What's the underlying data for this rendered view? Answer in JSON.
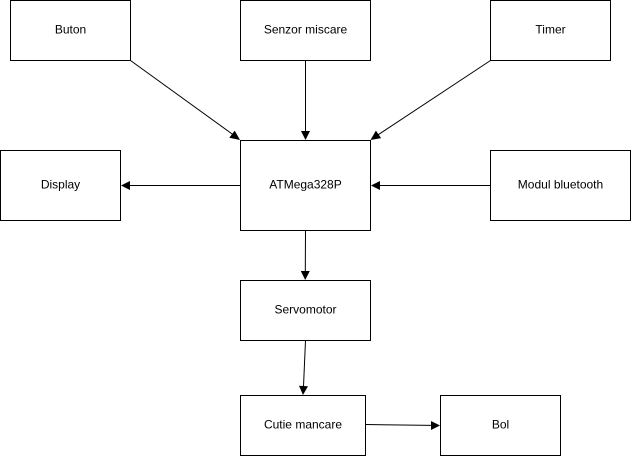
{
  "diagram": {
    "blocks": {
      "buton": "Buton",
      "senzor": "Senzor miscare",
      "timer": "Timer",
      "display": "Display",
      "mcu": "ATMega328P",
      "bluetooth": "Modul bluetooth",
      "servo": "Servomotor",
      "cutie": "Cutie mancare",
      "bol": "Bol"
    },
    "connections": [
      {
        "from": "Buton",
        "to": "ATMega328P"
      },
      {
        "from": "Senzor miscare",
        "to": "ATMega328P"
      },
      {
        "from": "Timer",
        "to": "ATMega328P"
      },
      {
        "from": "ATMega328P",
        "to": "Display"
      },
      {
        "from": "Modul bluetooth",
        "to": "ATMega328P"
      },
      {
        "from": "ATMega328P",
        "to": "Servomotor"
      },
      {
        "from": "Servomotor",
        "to": "Cutie mancare"
      },
      {
        "from": "Cutie mancare",
        "to": "Bol"
      }
    ],
    "colors": {
      "stroke": "#000000",
      "fill": "#ffffff",
      "text": "#000000"
    }
  }
}
